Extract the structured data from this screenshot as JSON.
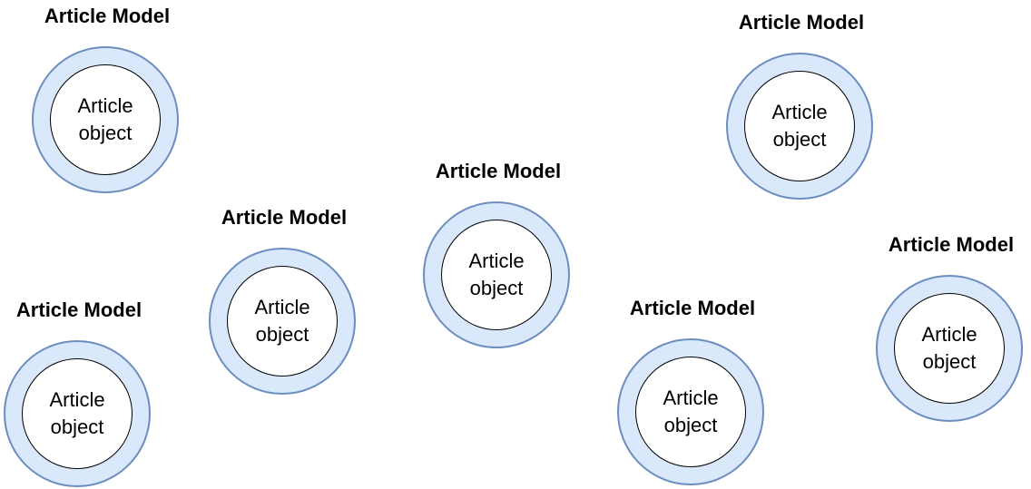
{
  "models": [
    {
      "title": "Article Model",
      "inner_line1": "Article",
      "inner_line2": "object"
    },
    {
      "title": "Article Model",
      "inner_line1": "Article",
      "inner_line2": "object"
    },
    {
      "title": "Article Model",
      "inner_line1": "Article",
      "inner_line2": "object"
    },
    {
      "title": "Article Model",
      "inner_line1": "Article",
      "inner_line2": "object"
    },
    {
      "title": "Article Model",
      "inner_line1": "Article",
      "inner_line2": "object"
    },
    {
      "title": "Article Model",
      "inner_line1": "Article",
      "inner_line2": "object"
    },
    {
      "title": "Article Model",
      "inner_line1": "Article",
      "inner_line2": "object"
    }
  ],
  "colors": {
    "ring_fill": "#dae8fc",
    "ring_stroke": "#6c8ebf",
    "inner_fill": "#ffffff",
    "inner_stroke": "#000000",
    "text": "#000000"
  }
}
